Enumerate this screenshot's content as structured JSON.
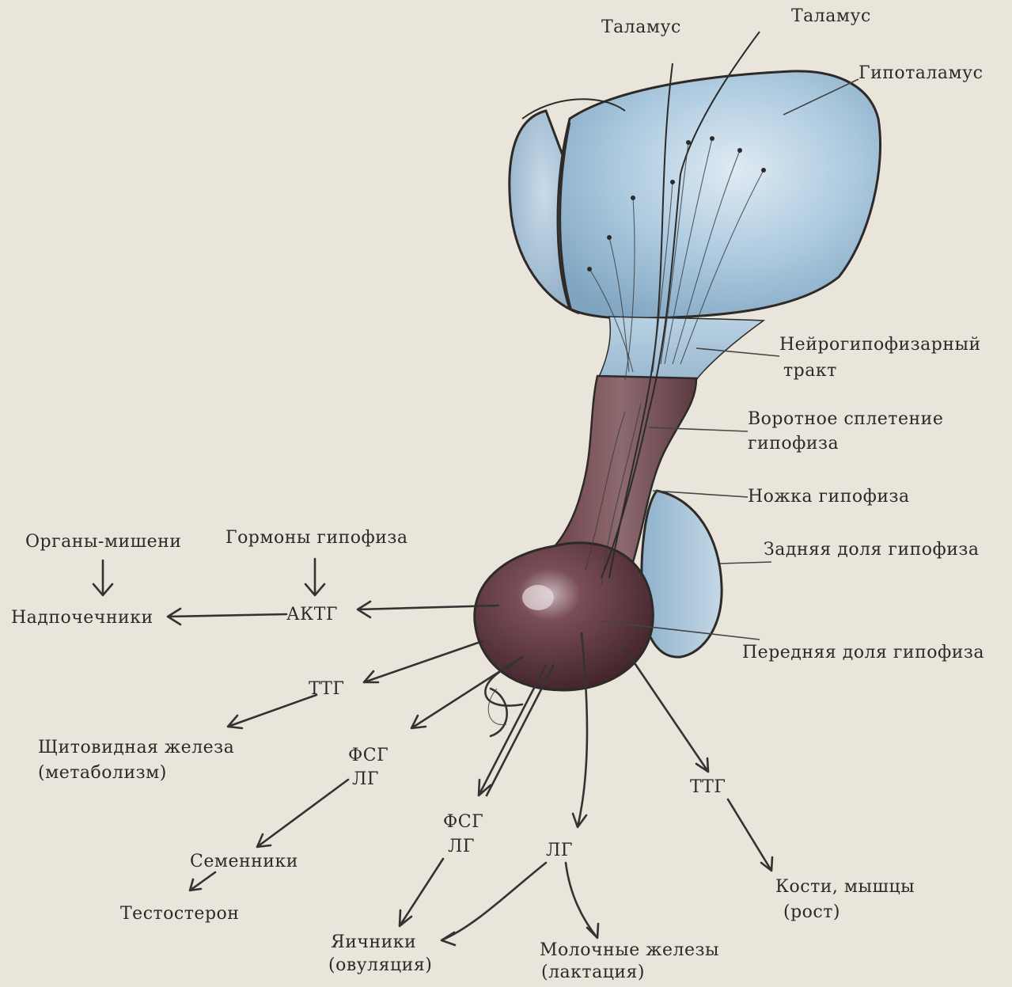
{
  "labels": {
    "thalamus_1": "Таламус",
    "thalamus_2": "Таламус",
    "hypothalamus": "Гипоталамус",
    "neuro_tract_1": "Нейрогипофизарный",
    "neuro_tract_2": "тракт",
    "portal_1": "Воротное сплетение",
    "portal_2": "гипофиза",
    "stalk": "Ножка гипофиза",
    "posterior_lobe": "Задняя доля гипофиза",
    "anterior_lobe": "Передняя доля гипофиза",
    "target_organs": "Органы-мишени",
    "pituitary_hormones": "Гормоны гипофиза",
    "adrenals": "Надпочечники",
    "actg": "АКТГ",
    "ttg_1": "ТТГ",
    "thyroid_1": "Щитовидная железа",
    "thyroid_2": "(метаболизм)",
    "fsg_1": "ФСГ",
    "lg_1": "ЛГ",
    "testes": "Семенники",
    "testosterone": "Тестостерон",
    "fsg_2": "ФСГ",
    "lg_2": "ЛГ",
    "ovaries_1": "Яичники",
    "ovaries_2": "(овуляция)",
    "lg_3": "ЛГ",
    "mammary_1": "Молочные железы",
    "mammary_2": "(лактация)",
    "ttg_2": "ТТГ",
    "bones_1": "Кости, мышцы",
    "bones_2": "(рост)"
  },
  "colors": {
    "background": "#e9e5da",
    "neural_tissue": "#a9c7de",
    "glandular_tissue": "#5a3238",
    "outline": "#2e2a28"
  }
}
